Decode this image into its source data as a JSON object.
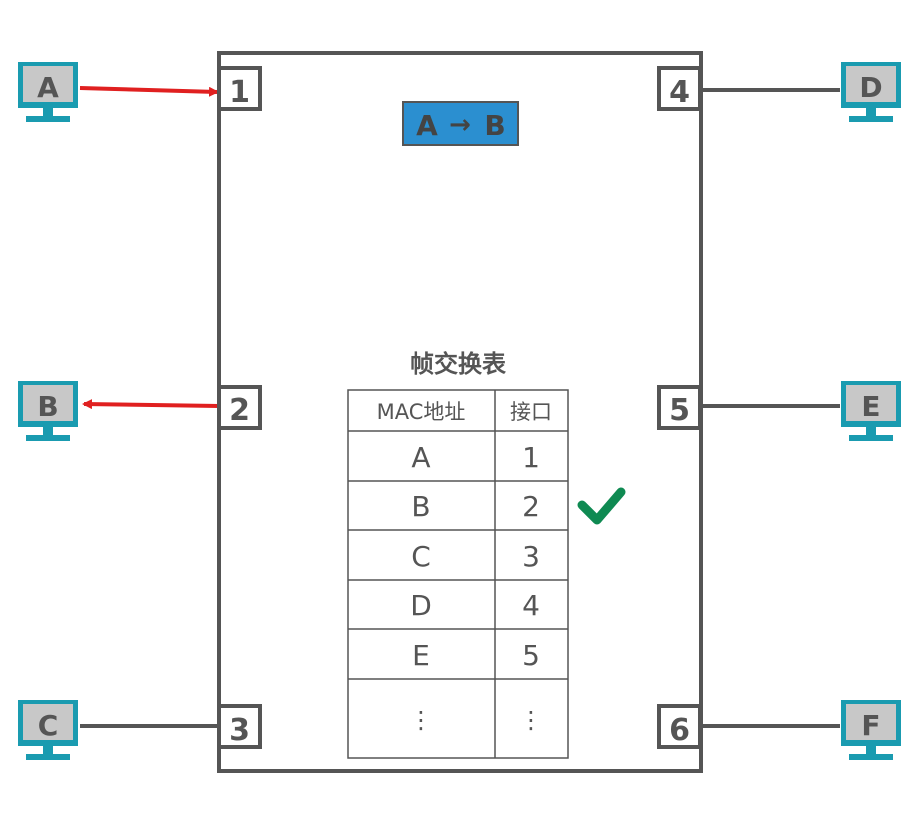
{
  "frame": {
    "title": "A → B",
    "title_from": "A",
    "title_arrow": "→",
    "title_to": "B"
  },
  "ports": [
    "1",
    "2",
    "3",
    "4",
    "5",
    "6"
  ],
  "hosts": [
    "A",
    "B",
    "C",
    "D",
    "E",
    "F"
  ],
  "table": {
    "title": "帧交换表",
    "headers": [
      "MAC地址",
      "接口"
    ],
    "rows": [
      {
        "mac": "A",
        "port": "1"
      },
      {
        "mac": "B",
        "port": "2"
      },
      {
        "mac": "C",
        "port": "3"
      },
      {
        "mac": "D",
        "port": "4"
      },
      {
        "mac": "E",
        "port": "5"
      },
      {
        "mac": "⋮",
        "port": "⋮"
      }
    ],
    "matched_row": "B"
  },
  "colors": {
    "switch_border": "#555555",
    "monitor_screen": "#c8c8c8",
    "monitor_frame": "#1a9bb0",
    "arrow": "#e02020",
    "check": "#0f8a52",
    "frame_fill": "#2b8fd0"
  }
}
